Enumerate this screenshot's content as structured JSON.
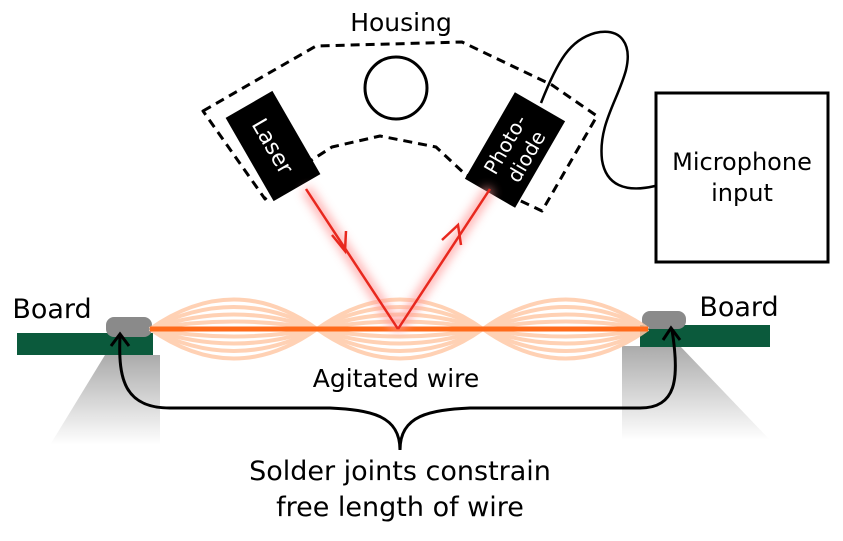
{
  "labels": {
    "housing": "Housing",
    "laser": "Laser",
    "photodiode_line1": "Photo-",
    "photodiode_line2": "diode",
    "microphone_line1": "Microphone",
    "microphone_line2": "input",
    "board_left": "Board",
    "board_right": "Board",
    "agitated_wire": "Agitated wire",
    "caption_line1": "Solder joints constrain",
    "caption_line2": "free length of wire"
  },
  "colors": {
    "board": "#0b5a3c",
    "solder": "#8a8a8a",
    "wire": "#ff6a1a",
    "wire_glow": "#ffc9a8",
    "beam": "#e8281e",
    "beam_glow": "#ff9a9a",
    "component": "#000000",
    "outline": "#000000"
  }
}
